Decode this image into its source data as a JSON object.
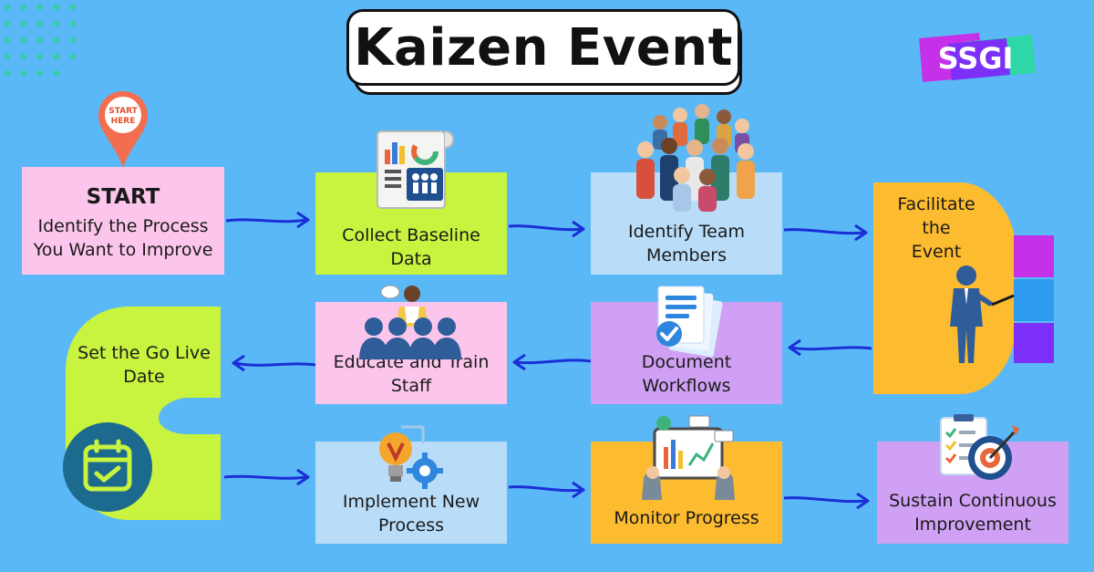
{
  "title": "Kaizen Event",
  "logo": {
    "text": "SSGI",
    "colors": [
      "#c531e8",
      "#7b2ff7",
      "#2ed6a8"
    ]
  },
  "start_pin": {
    "text_line1": "START",
    "text_line2": "HERE",
    "color": "#f26e4e"
  },
  "steps": {
    "start": {
      "heading": "START",
      "line1": "Identify the Process",
      "line2": "You Want to Improve"
    },
    "collect": {
      "line1": "Collect Baseline",
      "line2": "Data"
    },
    "team": {
      "line1": "Identify Team",
      "line2": "Members"
    },
    "facilitate": {
      "line1": "Facilitate the",
      "line2": "Event"
    },
    "document": {
      "line1": "Document",
      "line2": "Workflows"
    },
    "educate": {
      "line1": "Educate and Train",
      "line2": "Staff"
    },
    "golive": {
      "line1": "Set the Go Live",
      "line2": "Date"
    },
    "implement": {
      "line1": "Implement New",
      "line2": "Process"
    },
    "monitor": {
      "line1": "Monitor Progress"
    },
    "sustain": {
      "line1": "Sustain Continuous",
      "line2": "Improvement"
    }
  },
  "icons": [
    "map-pin-icon",
    "report-icon",
    "team-crowd-icon",
    "presenter-icon",
    "documents-check-icon",
    "trainer-audience-icon",
    "calendar-check-icon",
    "lightbulb-gear-icon",
    "tablet-charts-icon",
    "checklist-target-icon"
  ],
  "colors": {
    "background": "#5bb8f7",
    "arrow": "#1b2fd6",
    "pink": "#fcc6ec",
    "lime": "#c8f33e",
    "light_blue": "#b9dcf8",
    "violet": "#cfa0f3",
    "orange": "#fdbb30"
  }
}
